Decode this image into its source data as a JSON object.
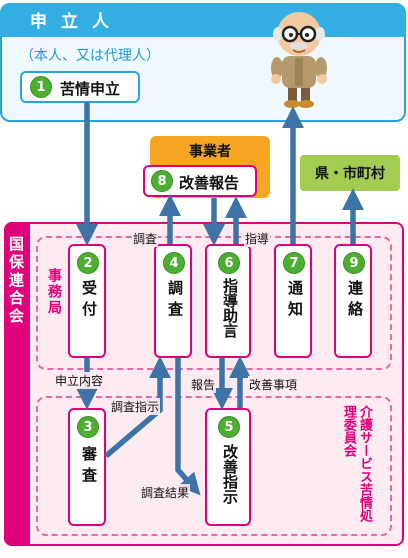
{
  "applicant": {
    "title": "申立人",
    "subtitle": "（本人、又は代理人）",
    "step": {
      "num": "1",
      "label": "苦情申立"
    }
  },
  "business": {
    "title": "事業者",
    "step": {
      "num": "8",
      "label": "改善報告"
    }
  },
  "prefecture": {
    "label": "県・市町村"
  },
  "kokuho": {
    "title": "国保連合会",
    "office_label": "事務局",
    "review_label": "介護サービス苦情処理委員会",
    "steps": [
      {
        "num": "2",
        "label": "受付"
      },
      {
        "num": "4",
        "label": "調査"
      },
      {
        "num": "6",
        "label": "指導助言"
      },
      {
        "num": "7",
        "label": "通知"
      },
      {
        "num": "9",
        "label": "連絡"
      },
      {
        "num": "3",
        "label": "審査"
      },
      {
        "num": "5",
        "label": "改善指示"
      }
    ]
  },
  "annotations": {
    "investigation": "調査",
    "guidance": "指導",
    "complaint_contents": "申立内容",
    "investigation_instruction": "調査指示",
    "investigation_result": "調査結果",
    "report": "報告",
    "improvement_items": "改善事項"
  },
  "colors": {
    "applicant_blue": "#33aee3",
    "kokuho_magenta": "#e0007a",
    "business_orange": "#f6a623",
    "prefecture_green": "#a3cc52",
    "number_green": "#4caf32",
    "arrow": "#3d73a6"
  }
}
